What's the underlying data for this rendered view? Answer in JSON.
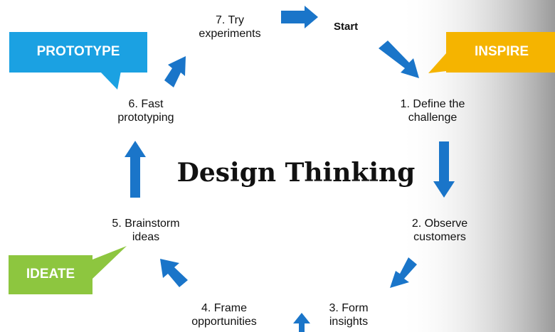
{
  "diagram": {
    "title": "Design Thinking",
    "start_label": "Start",
    "steps": [
      {
        "text": "1. Define the\nchallenge"
      },
      {
        "text": "2. Observe\ncustomers"
      },
      {
        "text": "3. Form\ninsights"
      },
      {
        "text": "4. Frame\nopportunities"
      },
      {
        "text": "5. Brainstorm\nideas"
      },
      {
        "text": "6. Fast\nprototyping"
      },
      {
        "text": "7. Try\nexperiments"
      }
    ],
    "phases": [
      {
        "label": "INSPIRE",
        "color": "#f5b400"
      },
      {
        "label": "IDEATE",
        "color": "#8dc63f"
      },
      {
        "label": "PROTOTYPE",
        "color": "#1ba1e2"
      }
    ],
    "arrow_color": "#1a75c9"
  }
}
